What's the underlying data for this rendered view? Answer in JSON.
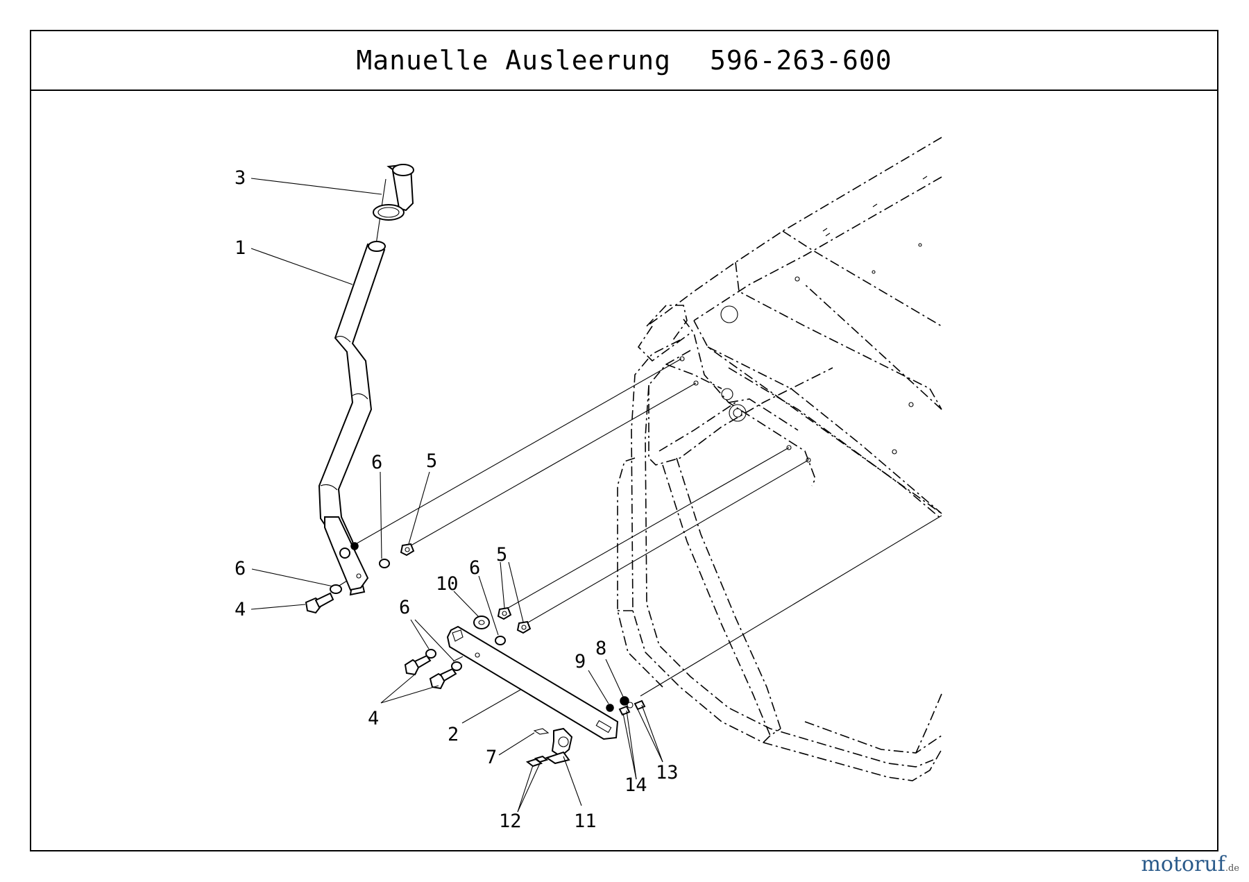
{
  "header": {
    "title": "Manuelle Ausleerung",
    "part_number": "596-263-600"
  },
  "callouts": {
    "c1": "1",
    "c2": "2",
    "c3": "3",
    "c4a": "4",
    "c4b": "4",
    "c5a": "5",
    "c5b": "5",
    "c6a": "6",
    "c6b": "6",
    "c6c": "6",
    "c6d": "6",
    "c7": "7",
    "c8": "8",
    "c9": "9",
    "c10": "10",
    "c11": "11",
    "c12": "12",
    "c13": "13",
    "c14": "14"
  },
  "watermark": {
    "brand": "motoruf",
    "tld": ".de"
  }
}
